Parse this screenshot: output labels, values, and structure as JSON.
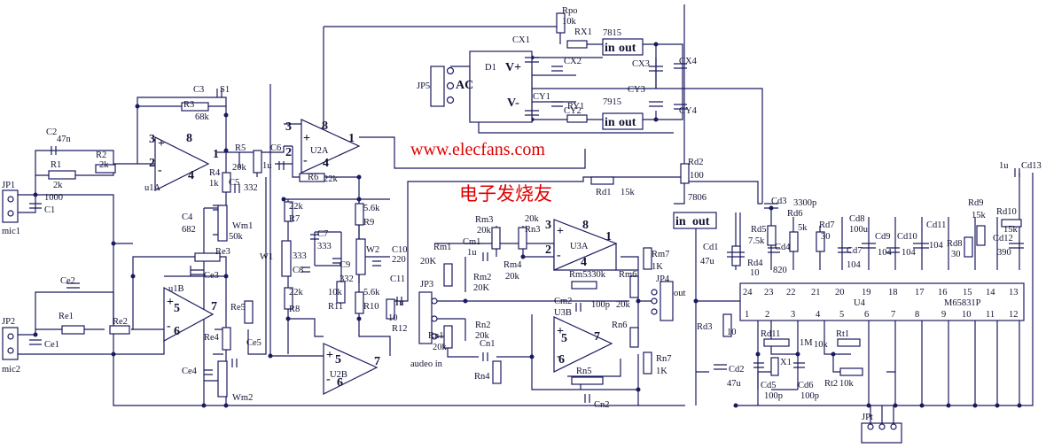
{
  "watermark": {
    "url": "www.elecfans.com",
    "chinese": "电子发烧友"
  },
  "connectors": {
    "jp1": "JP1",
    "mic1": "mic1",
    "jp2": "JP2",
    "mic2": "mic2",
    "jp5": "JP5",
    "ac": "AC",
    "jp3": "JP3",
    "audio_in": "audeo in",
    "jp4": "JP4",
    "out": "out",
    "jpt": "JPt"
  },
  "ics": {
    "u1a": "u1A",
    "u1b": "u1B",
    "u2a": "U2A",
    "u2b": "U2B",
    "u3a": "U3A",
    "u3b": "U3B",
    "u4": "U4",
    "u4_part": "M65831P",
    "reg_7815": "7815",
    "reg_7915": "7915",
    "reg_7806": "7806",
    "reg_pin_in": "in",
    "reg_pin_out": "out",
    "d1": "D1",
    "v_plus": "V+",
    "v_minus": "V-"
  },
  "components": {
    "r1": "R1",
    "r1_val": "2k",
    "r2": "R2",
    "r2_val": "2k",
    "r3": "R3",
    "r3_val": "68k",
    "r4": "R4",
    "r4_val": "1k",
    "r5": "R5",
    "r5_val": "20k",
    "r6": "R6",
    "r6_val": "22k",
    "r7": "R7",
    "r7_val": "22k",
    "r8": "R8",
    "r8_val": "22k",
    "r9": "R9",
    "r9_val": "5.6k",
    "r10": "R10",
    "r10_val": "5.6k",
    "r11": "R11",
    "r11_val": "10k",
    "r12": "R12",
    "r12_val": "10",
    "c1": "C1",
    "c1_val": "1000",
    "c2": "C2",
    "c2_val": "47n",
    "c3": "C3",
    "s1": "S1",
    "c4": "C4",
    "c4_val": "682",
    "c5": "C5",
    "c5_val": "332",
    "c6": "C6",
    "c6_val": "1u",
    "c7": "C7",
    "c7_val": "333",
    "c8": "C8",
    "c8_val": "333",
    "c9": "C9",
    "c9_val": "332",
    "c10": "C10",
    "c10_val": "220",
    "c11": "C11",
    "c11_val": "1u",
    "wm1": "Wm1",
    "wm1_val": "50k",
    "wm2": "Wm2",
    "w1": "W1",
    "w2": "W2",
    "re1": "Re1",
    "re2": "Re2",
    "re3": "Re3",
    "re4": "Re4",
    "re5": "Re5",
    "ce1": "Ce1",
    "ce2": "Ce2",
    "ce3": "Ce3",
    "ce4": "Ce4",
    "ce5": "Ce5",
    "rpo": "Rpo",
    "rpo_val": "10k",
    "rx1": "RX1",
    "ry1": "RY1",
    "cx1": "CX1",
    "cx2": "CX2",
    "cx3": "CX3",
    "cx4": "CX4",
    "cy1": "CY1",
    "cy2": "CY2",
    "cy3": "CY3",
    "cy4": "CY4",
    "rd1": "Rd1",
    "rd1_val": "15k",
    "rd2": "Rd2",
    "rd2_val": "100",
    "rd3": "Rd3",
    "rd3_val": "10",
    "rd4": "Rd4",
    "rd4_val": "10",
    "rd5": "Rd5",
    "rd5_val": "7.5k",
    "rd6": "Rd6",
    "rd6_val": "5k",
    "rd7": "Rd7",
    "rd7_val": "30",
    "rd8": "Rd8",
    "rd8_val": "30",
    "rd9": "Rd9",
    "rd9_val": "15k",
    "rd10": "Rd10",
    "rd10_val": "15k",
    "cd1": "Cd1",
    "cd1_val": "47u",
    "cd2": "Cd2",
    "cd2_val": "47u",
    "cd3": "Cd3",
    "cd3_val": "3300p",
    "cd4": "Cd4",
    "cd4_val": "820",
    "cd7": "Cd7",
    "cd7_val": "104",
    "cd8": "Cd8",
    "cd8_val": "100u",
    "cd9": "Cd9",
    "cd9_val": "104",
    "cd10": "Cd10",
    "cd10_val": "104",
    "cd11": "Cd11",
    "cd11_val": "104",
    "cd12": "Cd12",
    "cd12_val": "390",
    "cd13": "Cd13",
    "cd13_val": "1u",
    "rm1": "Rm1",
    "rm1_val": "20K",
    "rm2": "Rm2",
    "rm2_val": "20K",
    "rm3": "Rm3",
    "rm3_val": "20k",
    "rm4": "Rm4",
    "rm4_val": "20k",
    "rm5": "Rm5",
    "rm5_val": "330k",
    "rm6": "Rm6",
    "rm6_val": "20k",
    "rm7": "Rm7",
    "rm7_val": "1K",
    "cm1": "Cm1",
    "cm1_val": "1u",
    "cm2": "Cm2",
    "cm2_val": "100p",
    "rn1": "Rn1",
    "rn1_val": "20k",
    "rn2": "Rn2",
    "rn2_val": "20k",
    "rn3": "Rn3",
    "rn3_val": "20k",
    "rn4": "Rn4",
    "rn5": "Rn5",
    "rn6": "Rn6",
    "rn7": "Rn7",
    "rn7_val": "1K",
    "cn1": "Cn1",
    "cn2": "Cn2",
    "rd11": "Rd11",
    "rd11_val": "1M",
    "rt1": "Rt1",
    "rt1_val": "10k",
    "rt2": "Rt2",
    "rt2_val": "10k",
    "x1": "X1",
    "cd5": "Cd5",
    "cd5_val": "100p",
    "cd6": "Cd6",
    "cd6_val": "100p"
  },
  "pins": {
    "p1": "1",
    "p2": "2",
    "p3": "3",
    "p4": "4",
    "p5": "5",
    "p6": "6",
    "p7": "7",
    "p8": "8",
    "p9": "9",
    "p10": "10",
    "p11": "11",
    "p12": "12",
    "p13": "13",
    "p14": "14",
    "p15": "15",
    "p16": "16",
    "p17": "17",
    "p18": "18",
    "p19": "19",
    "p20": "20",
    "p21": "21",
    "p22": "22",
    "p23": "23",
    "p24": "24",
    "plus": "+",
    "minus": "-"
  }
}
